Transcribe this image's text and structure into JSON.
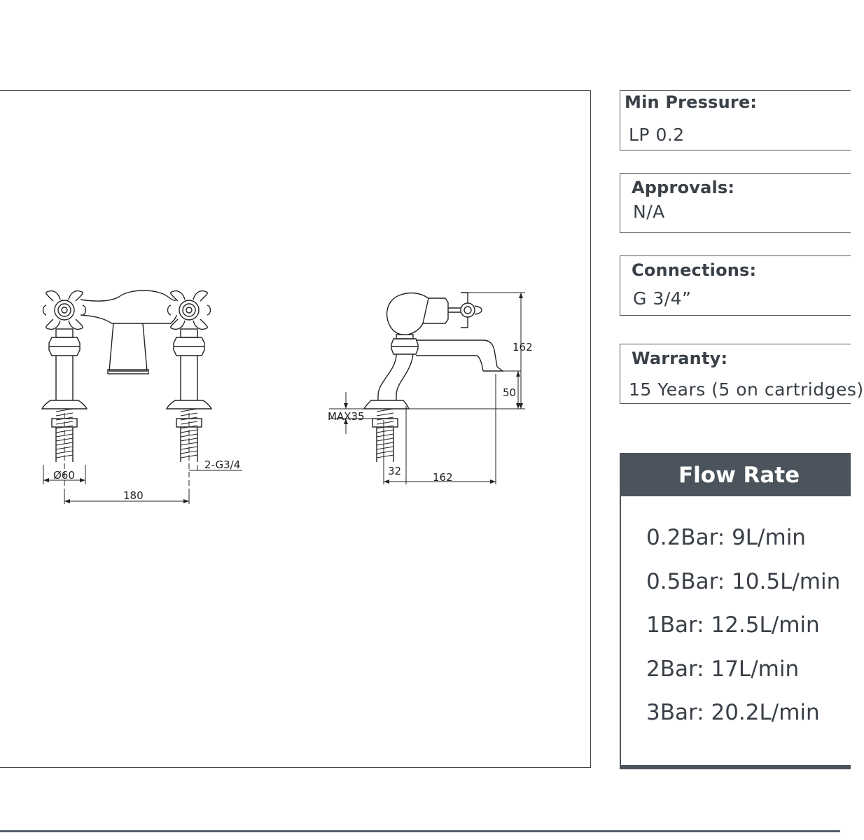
{
  "drawing": {
    "dimensions": {
      "base_diameter": "Ø60",
      "centers": "180",
      "thread": "2-G3/4",
      "height": "162",
      "spout_height": "50",
      "max_deck": "MAX35",
      "spout_offset": "32",
      "spout_reach": "162"
    }
  },
  "specs": [
    {
      "label": "Min Pressure:",
      "value": "LP 0.2"
    },
    {
      "label": "Approvals:",
      "value": "N/A"
    },
    {
      "label": "Connections:",
      "value": "G 3/4”"
    },
    {
      "label": "Warranty:",
      "value": "15 Years (5 on cartridges)"
    }
  ],
  "flow_rate": {
    "title": "Flow Rate",
    "items": [
      "0.2Bar: 9L/min",
      "0.5Bar: 10.5L/min",
      "1Bar: 12.5L/min",
      "2Bar: 17L/min",
      "3Bar: 20.2L/min"
    ]
  },
  "colors": {
    "header_bg": "#4b545c",
    "text": "#3a4047",
    "line": "#222222"
  }
}
